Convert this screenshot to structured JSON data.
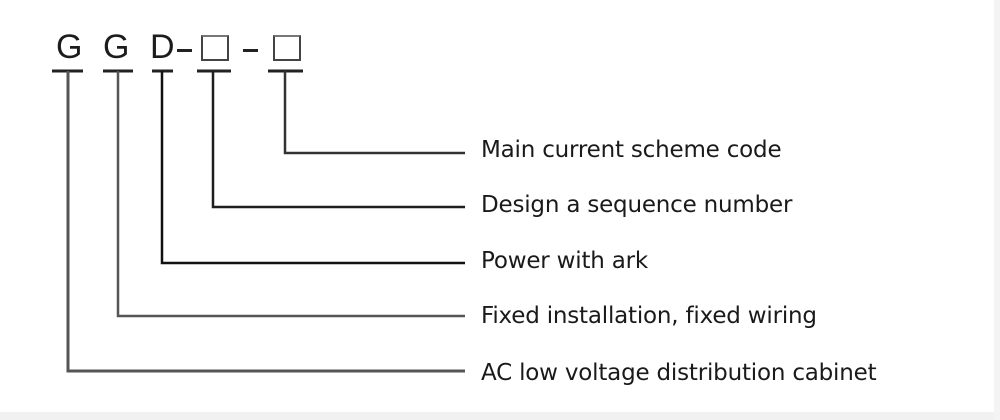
{
  "diagram": {
    "type": "model-code-breakdown",
    "code": {
      "segments": [
        {
          "id": "seg1",
          "text": "G"
        },
        {
          "id": "seg2",
          "text": "G"
        },
        {
          "id": "seg3",
          "text": "D"
        },
        {
          "id": "sep1",
          "text": "-"
        },
        {
          "id": "seg4",
          "text": "□"
        },
        {
          "id": "sep2",
          "text": "-"
        },
        {
          "id": "seg5",
          "text": "□"
        }
      ]
    },
    "labels": [
      {
        "segment": "seg5",
        "text": "Main current scheme code"
      },
      {
        "segment": "seg4",
        "text": "Design a sequence number"
      },
      {
        "segment": "seg3",
        "text": "Power with ark"
      },
      {
        "segment": "seg2",
        "text": "Fixed installation, fixed wiring"
      },
      {
        "segment": "seg1",
        "text": "AC low voltage distribution cabinet"
      }
    ],
    "colors": {
      "line": "#222222",
      "line_gray": "#555555",
      "text": "#1a1a1a",
      "background": "#ffffff"
    }
  }
}
